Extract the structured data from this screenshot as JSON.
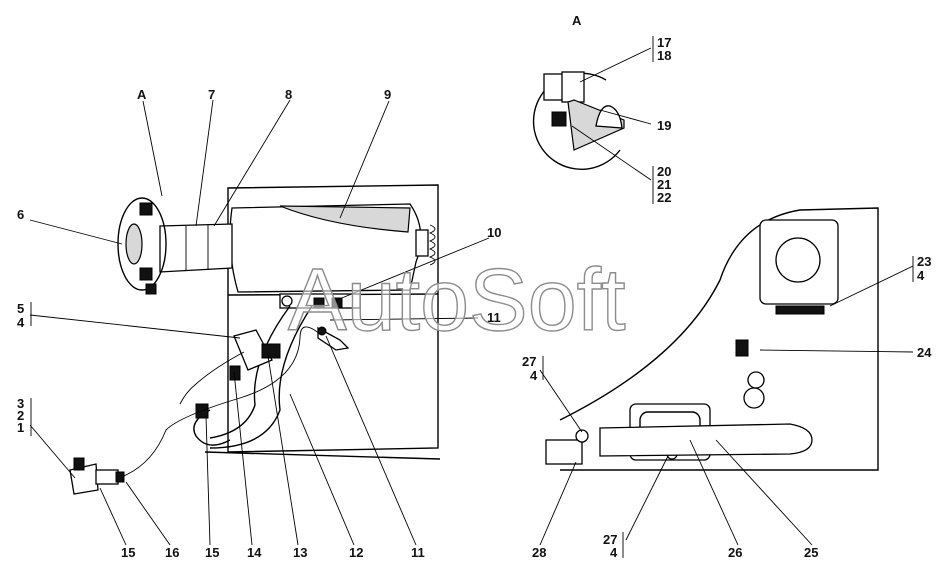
{
  "view_labels": {
    "main_view": "А",
    "detail_view": "А"
  },
  "watermark": "AutoSoft",
  "callouts": {
    "c1": "1",
    "c2": "2",
    "c3": "3",
    "c4a": "4",
    "c4b": "4",
    "c4c": "4",
    "c4d": "4",
    "c5": "5",
    "c6": "6",
    "c7": "7",
    "c8": "8",
    "c9": "9",
    "c10": "10",
    "c11a": "11",
    "c11b": "11",
    "c12": "12",
    "c13": "13",
    "c14": "14",
    "c15a": "15",
    "c15b": "15",
    "c16": "16",
    "c17": "17",
    "c18": "18",
    "c19": "19",
    "c20": "20",
    "c21": "21",
    "c22": "22",
    "c23": "23",
    "c24": "24",
    "c25": "25",
    "c26": "26",
    "c27a": "27",
    "c27b": "27",
    "c28": "28"
  },
  "colors": {
    "line": "#000000",
    "watermark_outline": "#8c8c8c",
    "part_fill": "#d8d8d8"
  }
}
